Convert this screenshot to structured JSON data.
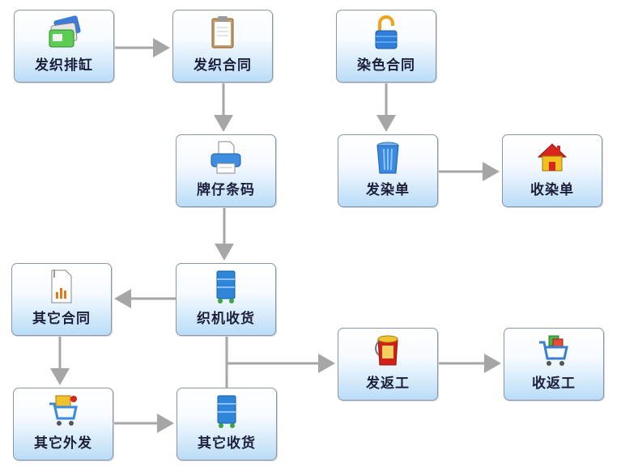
{
  "nodes": {
    "fazhi_paigang": {
      "label": "发织排缸",
      "icon": "cards-icon"
    },
    "fazhi_hetong": {
      "label": "发织合同",
      "icon": "clipboard-icon"
    },
    "ranse_hetong": {
      "label": "染色合同",
      "icon": "padlock-icon"
    },
    "paizai_tiaoma": {
      "label": "牌仔条码",
      "icon": "printer-icon"
    },
    "faran_dan": {
      "label": "发染单",
      "icon": "trash-can-icon"
    },
    "shouran_dan": {
      "label": "收染单",
      "icon": "house-icon"
    },
    "qita_hetong": {
      "label": "其它合同",
      "icon": "document-chart-icon"
    },
    "zhiji_shouhuo": {
      "label": "织机收货",
      "icon": "cabinet-cart-icon"
    },
    "fa_fangong": {
      "label": "发返工",
      "icon": "paint-bucket-icon"
    },
    "shou_fangong": {
      "label": "收返工",
      "icon": "shopping-cart-icon"
    },
    "qita_waifa": {
      "label": "其它外发",
      "icon": "cart-box-icon"
    },
    "qita_shouhuo": {
      "label": "其它收货",
      "icon": "cabinet-cart-icon"
    }
  },
  "colors": {
    "arrow": "#a6a6a6",
    "label": "#1b1f3b",
    "node_gradient_bottom": "#b9dcf7"
  }
}
